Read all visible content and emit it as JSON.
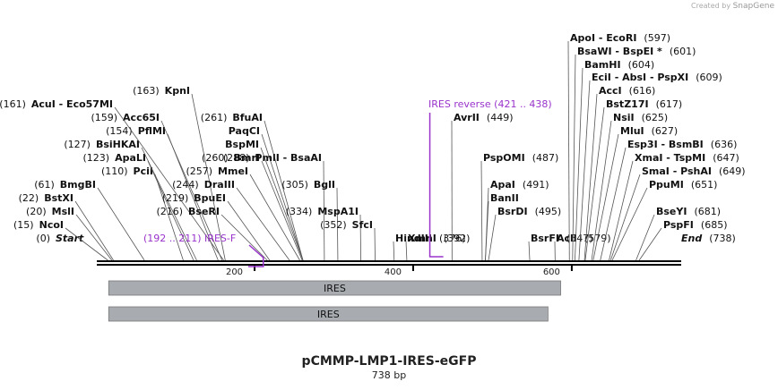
{
  "credit": {
    "prefix": "Created by",
    "brand": "SnapGene"
  },
  "map": {
    "name": "pCMMP-LMP1-IRES-eGFP",
    "length_label": "738 bp",
    "seq_start": 1,
    "seq_end": 738,
    "ticks": [
      {
        "pos": 200,
        "label": "200"
      },
      {
        "pos": 400,
        "label": "400"
      },
      {
        "pos": 600,
        "label": "600"
      }
    ],
    "sites": [
      {
        "names": [
          "Start"
        ],
        "pos_label": "(0)",
        "pos": 1,
        "italic": true
      },
      {
        "names": [
          "NcoI"
        ],
        "pos_label": "(15)",
        "pos": 15
      },
      {
        "names": [
          "MslI"
        ],
        "pos_label": "(20)",
        "pos": 20
      },
      {
        "names": [
          "BstXI"
        ],
        "pos_label": "(22)",
        "pos": 22
      },
      {
        "names": [
          "BmgBI"
        ],
        "pos_label": "(61)",
        "pos": 61
      },
      {
        "names": [
          "PciI"
        ],
        "pos_label": "(110)",
        "pos": 110
      },
      {
        "names": [
          "ApaLI"
        ],
        "pos_label": "(123)",
        "pos": 123
      },
      {
        "names": [
          "BsiHKAI"
        ],
        "pos_label": "(127)",
        "pos": 127
      },
      {
        "names": [
          "PflMI"
        ],
        "pos_label": "(154)",
        "pos": 154
      },
      {
        "names": [
          "Acc65I"
        ],
        "pos_label": "(159)",
        "pos": 159
      },
      {
        "names": [
          "AcuI",
          "Eco57MI"
        ],
        "pos_label": "(161)",
        "pos": 161
      },
      {
        "names": [
          "KpnI"
        ],
        "pos_label": "(163)",
        "pos": 163
      },
      {
        "names": [
          "BseRI"
        ],
        "pos_label": "(216)",
        "pos": 216
      },
      {
        "names": [
          "BpuEI"
        ],
        "pos_label": "(219)",
        "pos": 219
      },
      {
        "names": [
          "DraIII"
        ],
        "pos_label": "(244)",
        "pos": 244
      },
      {
        "names": [
          "MmeI"
        ],
        "pos_label": "(257)",
        "pos": 257
      },
      {
        "names": [
          "BmrI"
        ],
        "pos_label": "(260)",
        "pos": 260
      },
      {
        "names": [
          "BspMI"
        ],
        "pos_label": "",
        "pos": 261
      },
      {
        "names": [
          "PaqCI"
        ],
        "pos_label": "",
        "pos": 261
      },
      {
        "names": [
          "BfuAI"
        ],
        "pos_label": "(261)",
        "pos": 261
      },
      {
        "names": [
          "PmlI",
          "BsaAI"
        ],
        "pos_label": "(288)",
        "pos": 288
      },
      {
        "names": [
          "BglI"
        ],
        "pos_label": "(305)",
        "pos": 305
      },
      {
        "names": [
          "MspA1I"
        ],
        "pos_label": "(334)",
        "pos": 334
      },
      {
        "names": [
          "SfcI"
        ],
        "pos_label": "(352)",
        "pos": 352
      },
      {
        "names": [
          "HindIII"
        ],
        "pos_label": "(376)",
        "pos": 376
      },
      {
        "names": [
          "XmnI"
        ],
        "pos_label": "(392)",
        "pos": 392
      },
      {
        "names": [
          "AvrII"
        ],
        "pos_label": "(449)",
        "pos": 449
      },
      {
        "names": [
          "PspOMI"
        ],
        "pos_label": "(487)",
        "pos": 487
      },
      {
        "names": [
          "ApaI"
        ],
        "pos_label": "(491)",
        "pos": 491
      },
      {
        "names": [
          "BanII"
        ],
        "pos_label": "",
        "pos": 491
      },
      {
        "names": [
          "BsrDI"
        ],
        "pos_label": "(495)",
        "pos": 495
      },
      {
        "names": [
          "BsrFI"
        ],
        "pos_label": "(547)",
        "pos": 547
      },
      {
        "names": [
          "AclI"
        ],
        "pos_label": "(579)",
        "pos": 579
      },
      {
        "names": [
          "ApoI",
          "EcoRI"
        ],
        "pos_label": "(597)",
        "pos": 597
      },
      {
        "names": [
          "BsaWI",
          "BspEI *"
        ],
        "pos_label": "(601)",
        "pos": 601
      },
      {
        "names": [
          "BamHI"
        ],
        "pos_label": "(604)",
        "pos": 604
      },
      {
        "names": [
          "EciI",
          "AbsI",
          "PspXI"
        ],
        "pos_label": "(609)",
        "pos": 609
      },
      {
        "names": [
          "AccI"
        ],
        "pos_label": "(616)",
        "pos": 616
      },
      {
        "names": [
          "BstZ17I"
        ],
        "pos_label": "(617)",
        "pos": 617
      },
      {
        "names": [
          "NsiI"
        ],
        "pos_label": "(625)",
        "pos": 625
      },
      {
        "names": [
          "MluI"
        ],
        "pos_label": "(627)",
        "pos": 627
      },
      {
        "names": [
          "Esp3I",
          "BsmBI"
        ],
        "pos_label": "(636)",
        "pos": 636
      },
      {
        "names": [
          "XmaI",
          "TspMI"
        ],
        "pos_label": "(647)",
        "pos": 647
      },
      {
        "names": [
          "SmaI",
          "PshAI"
        ],
        "pos_label": "(649)",
        "pos": 649
      },
      {
        "names": [
          "PpuMI"
        ],
        "pos_label": "(651)",
        "pos": 651
      },
      {
        "names": [
          "BseYI"
        ],
        "pos_label": "(681)",
        "pos": 681
      },
      {
        "names": [
          "PspFI"
        ],
        "pos_label": "(685)",
        "pos": 685
      },
      {
        "names": [
          "End"
        ],
        "pos_label": "(738)",
        "pos": 738,
        "italic": true
      }
    ],
    "primers": [
      {
        "name": "IRES-F",
        "range_label": "(192 .. 211)",
        "start": 192,
        "end": 211,
        "color": "#9933cc"
      },
      {
        "name": "IRES reverse",
        "range_label": "(421 .. 438)",
        "start": 421,
        "end": 438,
        "color": "#9933cc"
      }
    ],
    "features": [
      {
        "name": "IRES",
        "start": 16,
        "end": 586,
        "color": "#a8acb0"
      },
      {
        "name": "IRES",
        "start": 16,
        "end": 570,
        "color": "#a8acb0"
      }
    ]
  }
}
